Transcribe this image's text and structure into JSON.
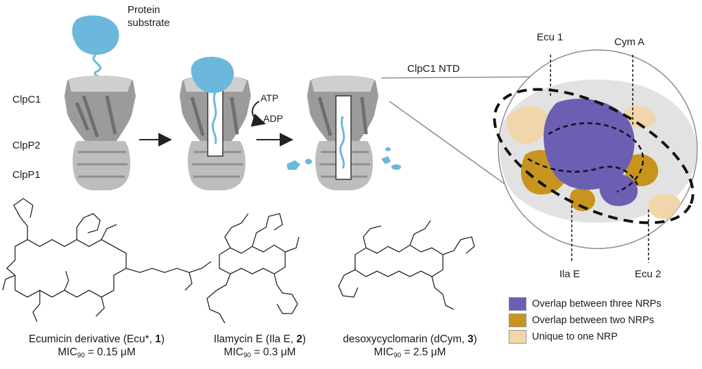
{
  "labels": {
    "protein_substrate_line1": "Protein",
    "protein_substrate_line2": "substrate",
    "clpc1": "ClpC1",
    "clpp2": "ClpP2",
    "clpp1": "ClpP1",
    "atp": "ATP",
    "adp": "ADP",
    "clpc1_ntd": "ClpC1 NTD",
    "ecu1": "Ecu 1",
    "cym_a": "Cym A",
    "ila_e": "Ila E",
    "ecu2": "Ecu 2"
  },
  "compounds": [
    {
      "name": "Ecumicin derivative (Ecu*, ",
      "number": "1",
      "close": ")",
      "mic_prefix": "MIC",
      "mic_sub": "90",
      "mic_value": " = 0.15 μM"
    },
    {
      "name": "Ilamycin E (Ila E, ",
      "number": "2",
      "close": ")",
      "mic_prefix": "MIC",
      "mic_sub": "90",
      "mic_value": " = 0.3 μM"
    },
    {
      "name": "desoxycyclomarin (dCym, ",
      "number": "3",
      "close": ")",
      "mic_prefix": "MIC",
      "mic_sub": "90",
      "mic_value": " = 2.5 μM"
    }
  ],
  "legend": [
    {
      "label": "Overlap between three NRPs",
      "color": "#6a5fb3"
    },
    {
      "label": "Overlap between two NRPs",
      "color": "#c8941e"
    },
    {
      "label": "Unique to one NRP",
      "color": "#f0d6a8"
    }
  ],
  "colors": {
    "substrate": "#6bb8dc",
    "clp_light": "#c9c9c9",
    "clp_dark": "#8a8a8a",
    "surface": "#e2e2e2"
  }
}
